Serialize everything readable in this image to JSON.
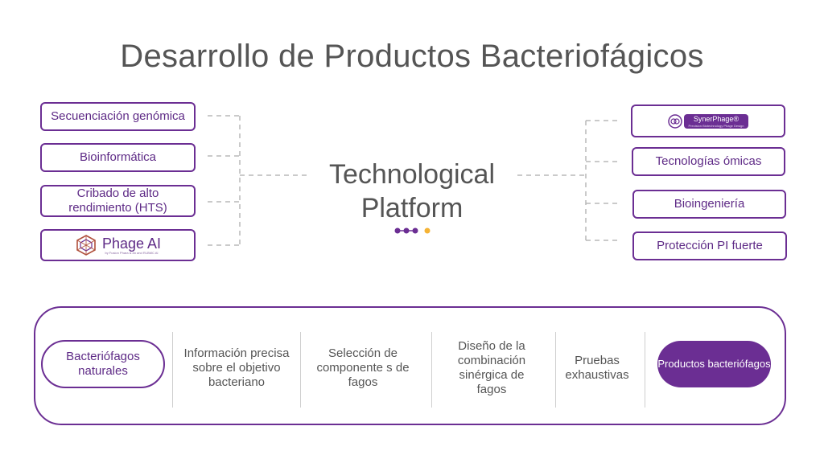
{
  "title": "Desarrollo de Productos Bacteriofágicos",
  "center": {
    "line1": "Technological",
    "line2": "Platform"
  },
  "left_items": [
    {
      "label": "Secuenciación genómica"
    },
    {
      "label": "Bioinformática"
    },
    {
      "label": "Cribado de alto rendimiento (HTS)"
    },
    {
      "label": "Phage AI",
      "sub": "by Fusion Phara & an and RLBMC AI",
      "type": "logo"
    }
  ],
  "right_items": [
    {
      "label": "SynerPhage®",
      "sub": "Precision Biotechnology Phage Design",
      "type": "logo"
    },
    {
      "label": "Tecnologías ómicas"
    },
    {
      "label": "Bioingeniería"
    },
    {
      "label": "Protección PI fuerte"
    }
  ],
  "pipeline": {
    "start": "Bacteriófagos naturales",
    "steps": [
      "Información precisa sobre el objetivo bacteriano",
      "Selección de componente s de fagos",
      "Diseño de la combinación sinérgica de fagos",
      "Pruebas exhaustivas"
    ],
    "end": "Productos bacteriófagos"
  },
  "colors": {
    "brand_purple": "#6b2e93",
    "text_gray": "#555555",
    "dot_accent": "#f5b335",
    "connector_gray": "#b8b8b8"
  }
}
